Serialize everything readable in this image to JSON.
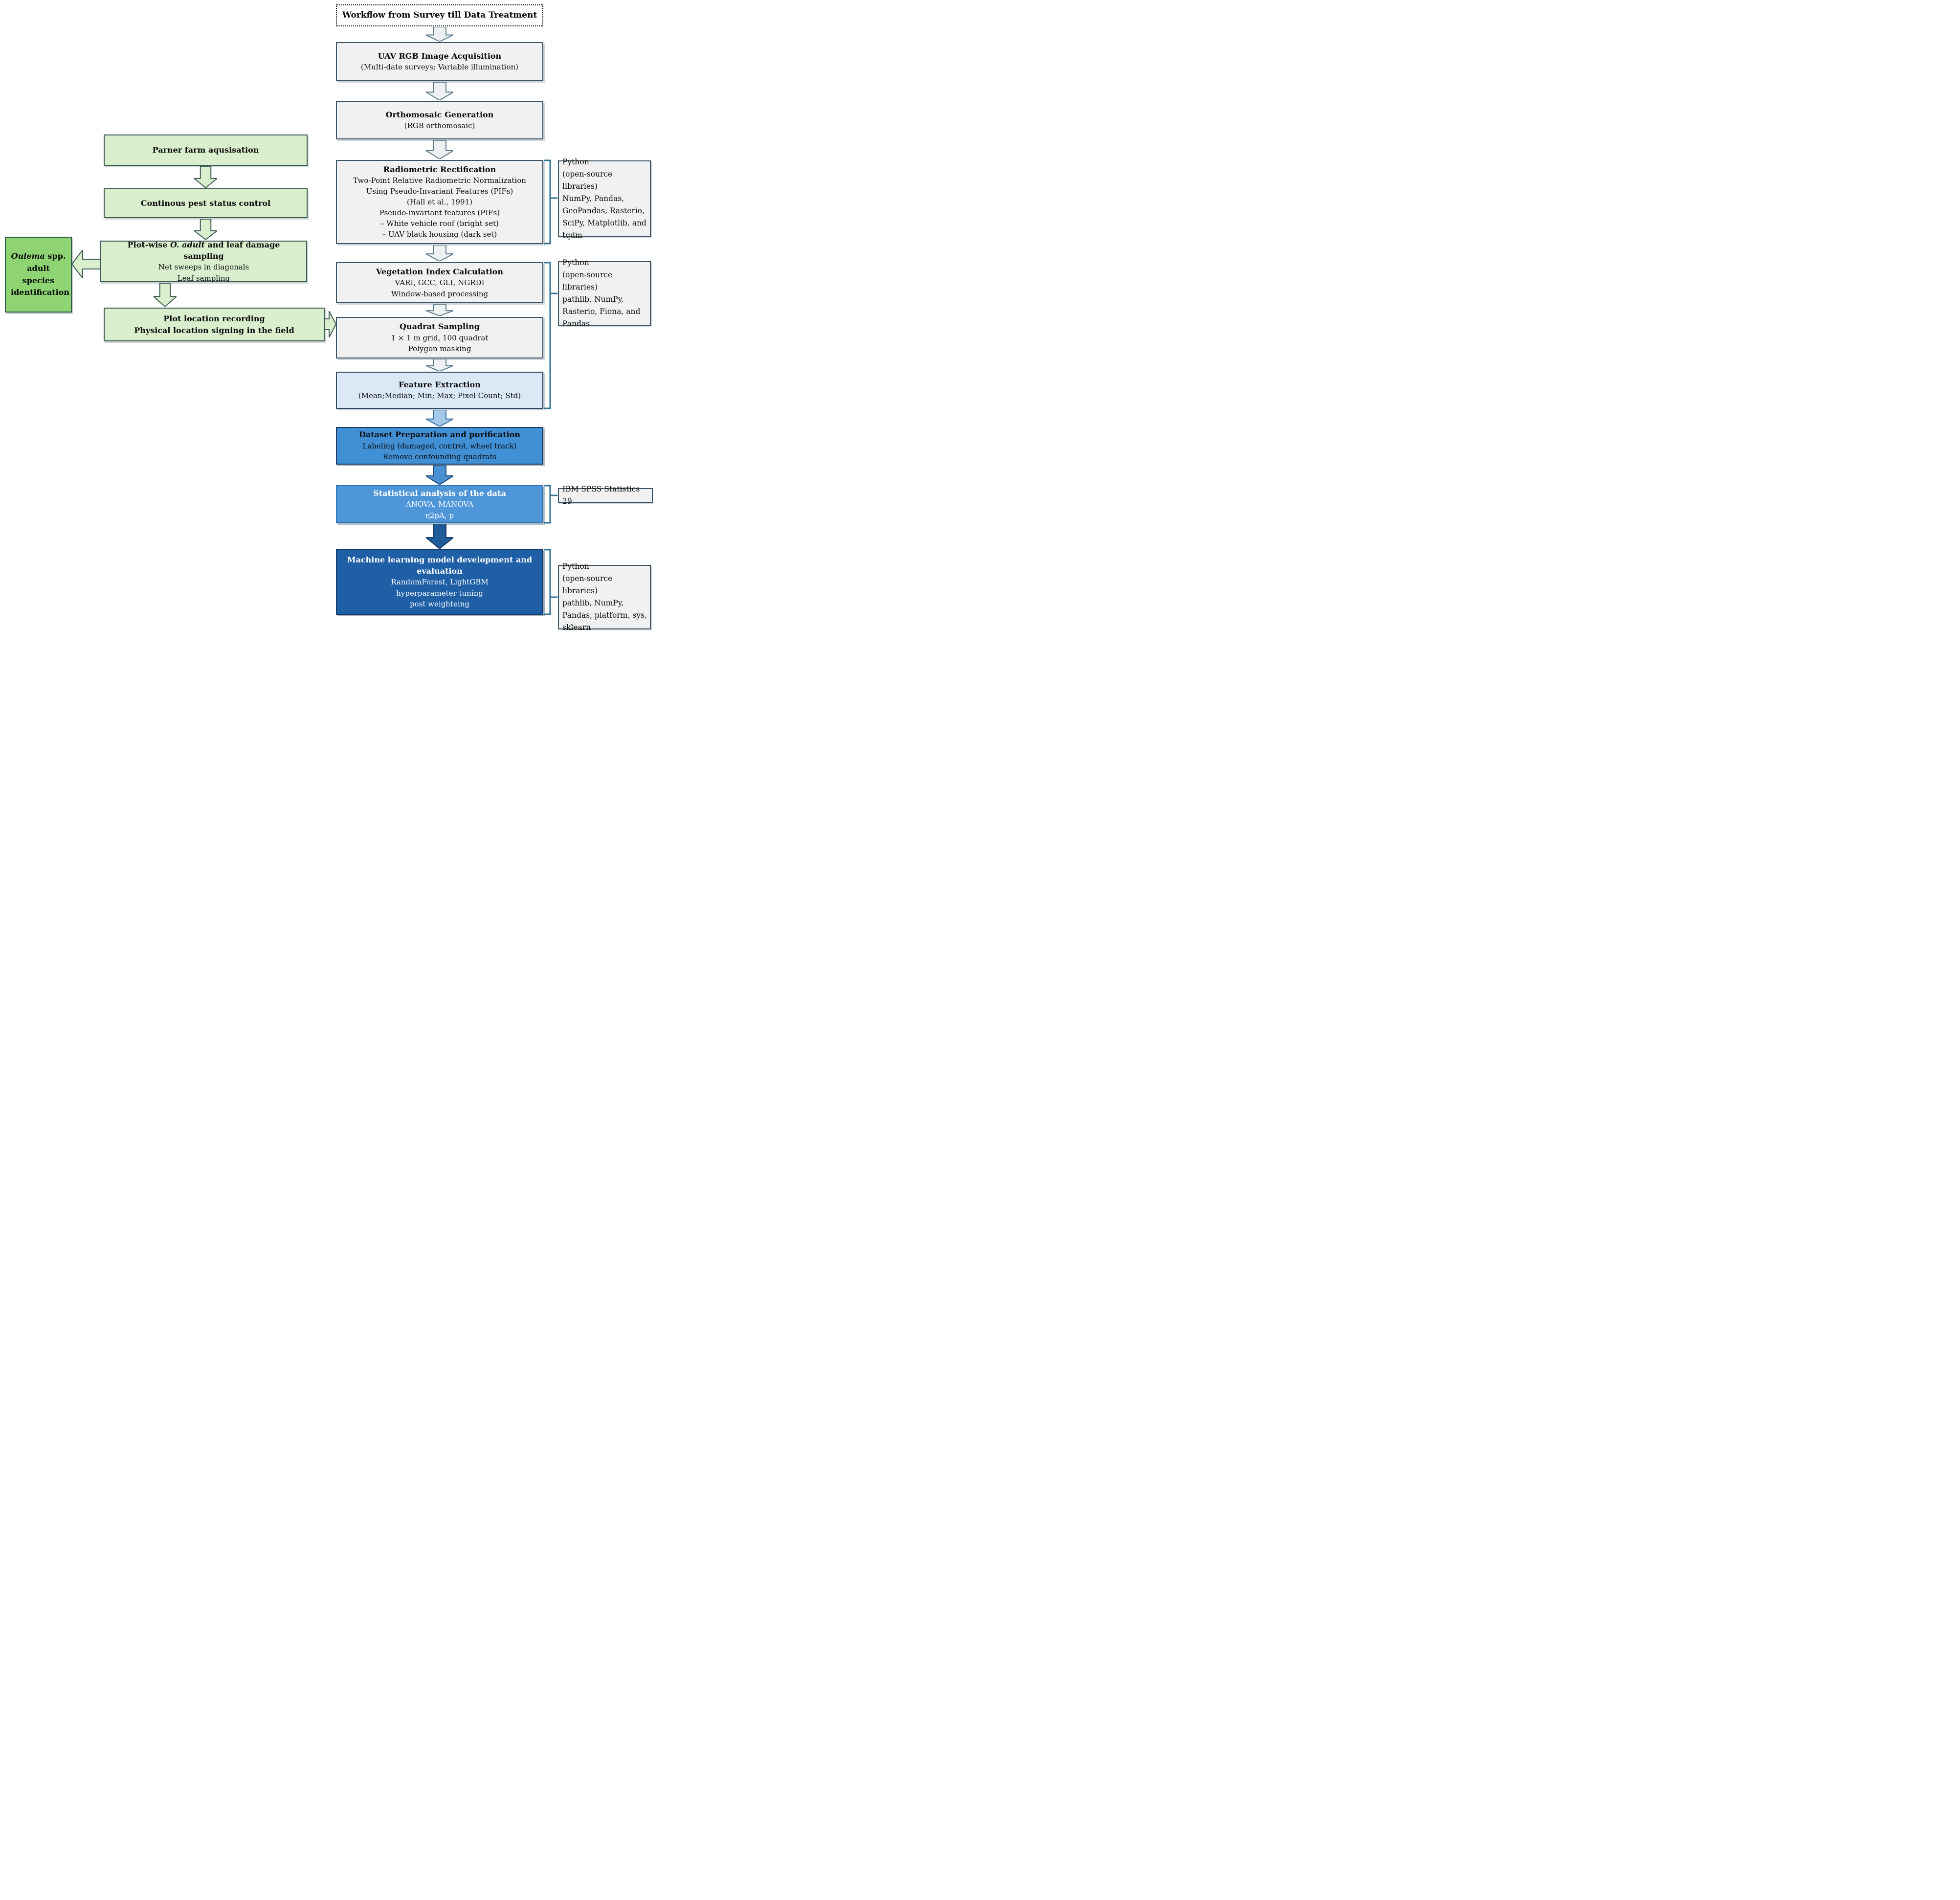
{
  "diagram_title": "Workflow from Survey till Data Treatment",
  "main_flow": [
    {
      "title": "UAV RGB Image Acquisition",
      "lines": [
        "(Multi-date surveys; Variable illumination)"
      ]
    },
    {
      "title": "Orthomosaic Generation",
      "lines": [
        "(RGB orthomosaic)"
      ]
    },
    {
      "title": "Radiometric Rectification",
      "lines": [
        "Two-Point Relative Radiometric Normalization",
        "Using Pseudo-Invariant Features (PIFs)",
        "(Hall et al., 1991)",
        "Pseudo-invariant features (PIFs)",
        "– White vehicle roof (bright set)",
        "– UAV black housing (dark set)"
      ]
    },
    {
      "title": "Vegetation Index Calculation",
      "lines": [
        "VARI, GCC, GLI, NGRDI",
        "Window-based processing"
      ]
    },
    {
      "title": "Quadrat Sampling",
      "lines": [
        "1 × 1 m grid, 100 quadrat",
        "Polygon masking"
      ]
    },
    {
      "title": "Feature Extraction",
      "lines": [
        "(Mean;Median; Min; Max; Pixel Count; Std)"
      ]
    },
    {
      "title": "Dataset Preparation and purification",
      "lines": [
        "Labeling (damaged, control, wheel track)",
        "Remove confounding quadrats"
      ]
    },
    {
      "title": "Statistical analysis of the data",
      "lines": [
        "ANOVA, MANOVA",
        "η2pA, p"
      ]
    },
    {
      "title": "Machine learning model development and evaluation",
      "lines": [
        "RandomForest,  LightGBM",
        "hyperparameter tuning",
        "post weighteing"
      ]
    }
  ],
  "left_flow": [
    {
      "title": "Parner farm aqusisation"
    },
    {
      "title": "Continous pest status control"
    },
    {
      "title_pre": "Plot-wise ",
      "title_italic": "O. adult",
      "title_post": " and leaf damage sampling",
      "lines": [
        "Net sweeps in diagonals",
        "Leaf sampling"
      ]
    },
    {
      "lines": [
        "Plot location recording",
        "Physical location signing in the field"
      ]
    }
  ],
  "species_box": {
    "name_italic": "Oulema",
    "name_rest": " spp.",
    "lines": [
      "adult species",
      "identification"
    ]
  },
  "annotations": [
    {
      "lines": [
        "Python",
        "(open-source libraries)",
        "NumPy, Pandas,",
        "GeoPandas, Rasterio,",
        "SciPy, Matplotlib, and",
        "tqdm"
      ]
    },
    {
      "lines": [
        "Python",
        "(open-source libraries)",
        "pathlib, NumPy,",
        "Rasterio, Fiona, and",
        "Pandas"
      ]
    },
    {
      "lines": [
        "IBM SPSS Statistics 29"
      ]
    },
    {
      "lines": [
        "Python",
        "(open-source libraries)",
        "pathlib, NumPy,",
        "Pandas, platform, sys,",
        "sklearn"
      ]
    }
  ],
  "colors": {
    "box_gray": "#f1f1f1",
    "box_light_green": "#d9efce",
    "box_medium_green": "#8ed472",
    "box_light_blue": "#dbe9f7",
    "box_medium_blue": "#418fd4",
    "box_blue": "#4f96d9",
    "box_dark_blue": "#1f5fa6",
    "border_slate": "#3c5464",
    "bracket_blue": "#2e7294"
  }
}
